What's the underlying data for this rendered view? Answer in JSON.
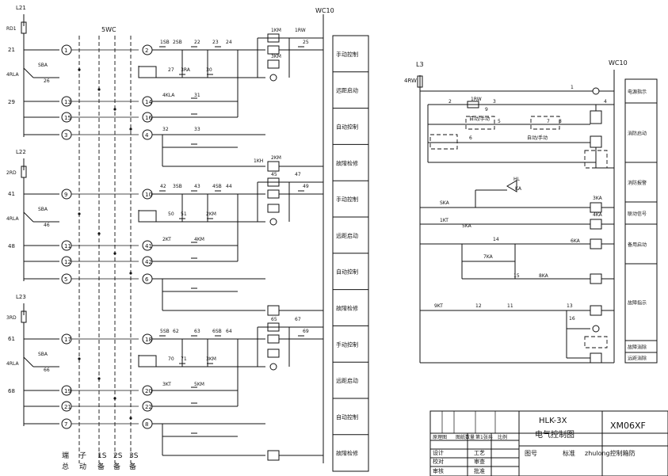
{
  "left_sections": [
    {
      "bus_labels": [
        "L21",
        "RD1",
        "21",
        "4RLA",
        "26",
        "29",
        "WC10"
      ],
      "nodes": [
        "1",
        "13",
        "15",
        "3",
        "2",
        "14",
        "16",
        "4"
      ],
      "wire_labels": [
        "SBA",
        "1SB",
        "2SB",
        "22",
        "23",
        "24",
        "1KM",
        "1RW",
        "25",
        "27",
        "3RA",
        "30",
        "4KLA",
        "31",
        "32",
        "33",
        "1KH",
        "2KM",
        "3KM"
      ],
      "panel_labels": [
        "手动控制",
        "远距启动",
        "自动控制",
        "故障检修"
      ]
    },
    {
      "bus_labels": [
        "L22",
        "2RD",
        "41",
        "4RLA",
        "46",
        "48"
      ],
      "nodes": [
        "9",
        "11",
        "12",
        "5",
        "10",
        "41",
        "42",
        "6"
      ],
      "wire_labels": [
        "SBA",
        "42",
        "3SB",
        "43",
        "4SB",
        "44",
        "45",
        "47",
        "49",
        "50",
        "51",
        "2KM",
        "2KT",
        "4KM"
      ],
      "panel_labels": [
        "手动控制",
        "远距启动",
        "自动控制",
        "故障检修"
      ]
    },
    {
      "bus_labels": [
        "L23",
        "3RD",
        "61",
        "4RLA",
        "66",
        "68"
      ],
      "nodes": [
        "17",
        "19",
        "21",
        "7",
        "18",
        "20",
        "22",
        "8"
      ],
      "wire_labels": [
        "SBA",
        "5SB",
        "62",
        "63",
        "6SB",
        "64",
        "65",
        "67",
        "69",
        "70",
        "71",
        "3KM",
        "3KT",
        "5KM"
      ],
      "panel_labels": [
        "手动控制",
        "远距启动",
        "自动控制",
        "故障检修"
      ]
    }
  ],
  "column_labels": {
    "top": "5WC",
    "bottom_row1": [
      "端",
      "子",
      "1S",
      "2S",
      "3S"
    ],
    "bottom_row2": [
      "总",
      "动",
      "备",
      "备",
      "备"
    ]
  },
  "right": {
    "bus_labels": [
      "L3",
      "4RW",
      "WC10"
    ],
    "wire_labels": [
      "1",
      "2",
      "1RW",
      "3",
      "4",
      "5",
      "6",
      "7",
      "8",
      "9",
      "SKA",
      "3KA",
      "4KA",
      "5KA",
      "KA",
      "1KT",
      "7KA",
      "8KA",
      "6KA",
      "9KT",
      "11",
      "12",
      "13",
      "14",
      "15",
      "16",
      "HL"
    ],
    "dashed_box_labels": [
      "自动/手动",
      "自动/手动"
    ],
    "panel_labels": [
      "电源指示",
      "消防启动",
      "消防报警",
      "联动信号",
      "备用启动",
      "故障指示",
      "故障消除",
      "远距消除"
    ]
  },
  "title_block": {
    "product_code": "HLK-3X",
    "drawing_title": "电气控制图",
    "drawing_number": "XM06XF",
    "label_row": [
      "原理图",
      "图纸数量",
      "第1张共",
      "比例"
    ],
    "role_labels": [
      "设计",
      "校对",
      "审核"
    ],
    "role_values": [
      "工艺",
      "审查",
      "批准"
    ],
    "footer": [
      "图号",
      "标准",
      "zhulong控制箱防"
    ]
  }
}
